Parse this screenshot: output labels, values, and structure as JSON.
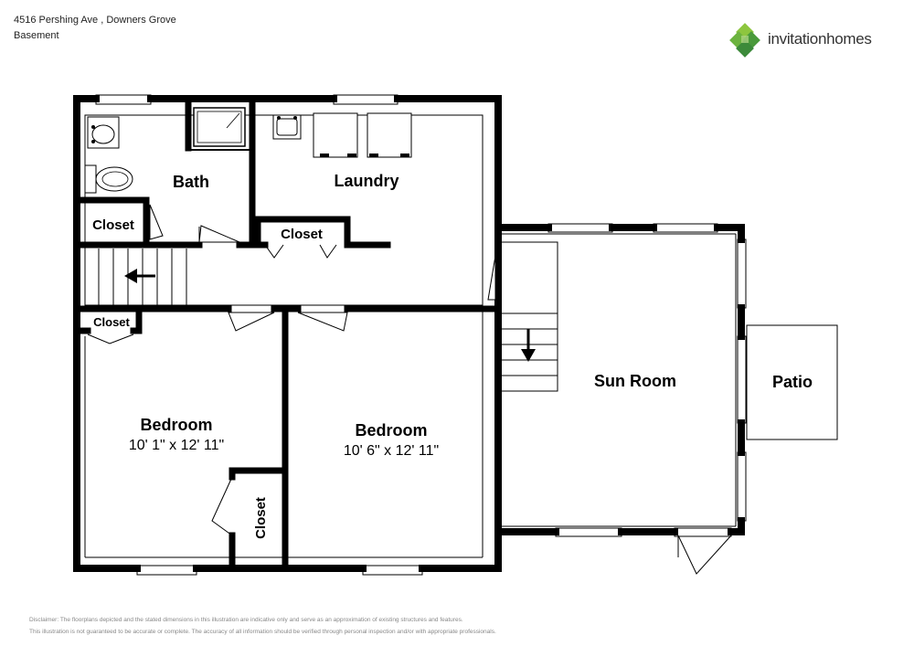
{
  "header": {
    "address": "4516 Pershing Ave , Downers Grove",
    "level": "Basement"
  },
  "brand": {
    "name_part1": "invitation",
    "name_part2": "homes",
    "logo_icon": "green-diamond-logo-icon",
    "logo_colors": [
      "#6cb33f",
      "#4a9a3b",
      "#8dc63f",
      "#3c8a3a"
    ]
  },
  "rooms": {
    "bath": "Bath",
    "laundry": "Laundry",
    "closet_bath": "Closet",
    "closet_laundry": "Closet",
    "closet_small": "Closet",
    "closet_vertical": "Closet",
    "bedroom1": {
      "name": "Bedroom",
      "dims": "10' 1\" x 12' 11\""
    },
    "bedroom2": {
      "name": "Bedroom",
      "dims": "10' 6\" x 12' 11\""
    },
    "sun_room": "Sun Room",
    "patio": "Patio"
  },
  "disclaimer": {
    "line1": "Disclaimer: The floorplans depicted and the stated dimensions in this illustration are indicative only and serve as an approximation of existing structures and features.",
    "line2": "This illustration is not guaranteed to be accurate or complete. The accuracy of all information should be verified through personal inspection and/or with appropriate professionals."
  }
}
